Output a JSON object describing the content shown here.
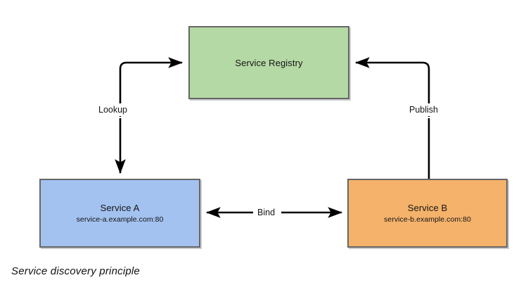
{
  "diagram": {
    "caption": "Service discovery principle",
    "nodes": [
      {
        "id": "registry",
        "title": "Service Registry",
        "subtitle": "",
        "color": "#b5d9a5",
        "border_color": "#666666"
      },
      {
        "id": "service-a",
        "title": "Service A",
        "subtitle": "service-a.example.com:80",
        "color": "#a3c2f0",
        "border_color": "#666666"
      },
      {
        "id": "service-b",
        "title": "Service B",
        "subtitle": "service-b.example.com:80",
        "color": "#f5b26b",
        "border_color": "#666666"
      }
    ],
    "edges": [
      {
        "id": "lookup",
        "label": "Lookup",
        "from": "registry",
        "to": "service-a",
        "direction": "both-ends",
        "arrow": "single"
      },
      {
        "id": "publish",
        "label": "Publish",
        "from": "service-b",
        "to": "registry",
        "direction": "forward",
        "arrow": "single"
      },
      {
        "id": "bind",
        "label": "Bind",
        "from": "service-a",
        "to": "service-b",
        "direction": "bidirectional",
        "arrow": "double"
      }
    ],
    "line_color": "#000000"
  }
}
